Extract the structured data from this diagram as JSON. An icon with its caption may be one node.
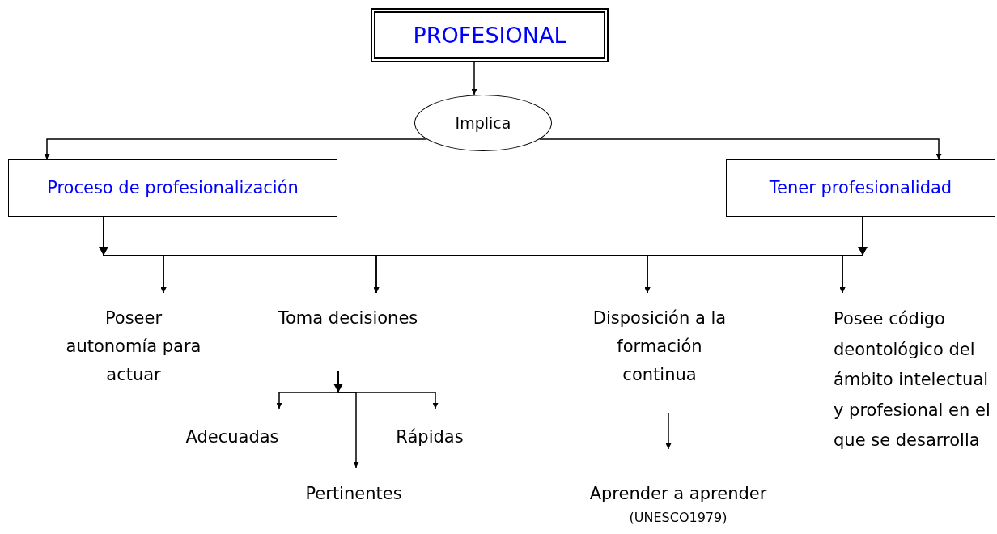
{
  "diagram": {
    "nodes": [
      {
        "text": [
          "PROFESIONAL"
        ]
      },
      {
        "text": [
          "Implica"
        ]
      },
      {
        "text": [
          "Proceso de profesionalización"
        ]
      },
      {
        "text": [
          "Tener profesionalidad"
        ]
      },
      {
        "text": [
          "Poseer autonomía para actuar"
        ]
      },
      {
        "text": [
          "Toma decisiones"
        ]
      },
      {
        "text": [
          "Disposición a la formación continua"
        ]
      },
      {
        "text": [
          "Posee código deontológico del ámbito intelectual y profesional en el que se desarrolla"
        ]
      },
      {
        "text": [
          "Adecuadas"
        ]
      },
      {
        "text": [
          "Pertinentes"
        ]
      },
      {
        "text": [
          "Rápidas"
        ]
      },
      {
        "text": [
          "Aprender a aprender"
        ],
        "beside": [
          "(UNESCO1979)"
        ]
      }
    ],
    "edges": [
      {
        "from": 0,
        "to": 1,
        "arrow": "to"
      },
      {
        "from": 1,
        "to": 2,
        "arrow": "to"
      },
      {
        "from": 1,
        "to": 3,
        "arrow": "to"
      },
      {
        "from": 2,
        "to": 4,
        "arrow": "to"
      },
      {
        "from": 2,
        "to": 5,
        "arrow": "to"
      },
      {
        "from": 2,
        "to": 6,
        "arrow": "to"
      },
      {
        "from": 2,
        "to": 7,
        "arrow": "to"
      },
      {
        "from": 3,
        "to": 4,
        "arrow": "to"
      },
      {
        "from": 3,
        "to": 5,
        "arrow": "to"
      },
      {
        "from": 3,
        "to": 6,
        "arrow": "to"
      },
      {
        "from": 3,
        "to": 7,
        "arrow": "to"
      },
      {
        "from": 5,
        "to": 8,
        "arrow": "to"
      },
      {
        "from": 5,
        "to": 9,
        "arrow": "to"
      },
      {
        "from": 5,
        "to": 10,
        "arrow": "to"
      },
      {
        "from": 6,
        "to": 11,
        "arrow": "to"
      }
    ]
  }
}
